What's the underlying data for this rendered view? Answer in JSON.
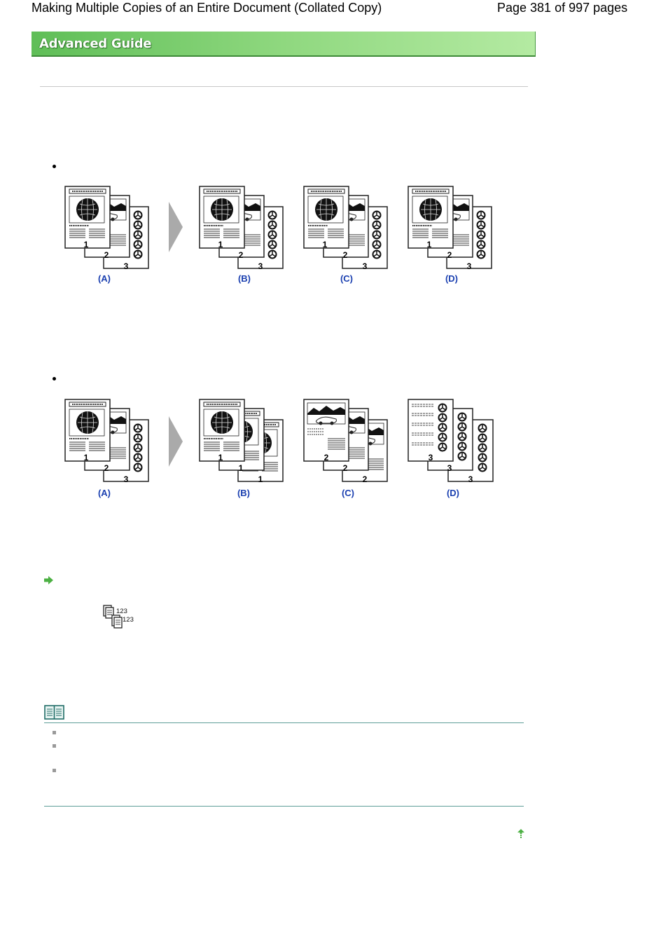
{
  "header": {
    "title": "Making Multiple Copies of an Entire Document (Collated Copy)",
    "page_info": "Page 381 of 997 pages"
  },
  "banner": {
    "label": "Advanced Guide"
  },
  "diagram_labels": {
    "a": "(A)",
    "b": "(B)",
    "c": "(C)",
    "d": "(D)"
  },
  "page_numbers": {
    "one": "1",
    "two": "2",
    "three": "3"
  },
  "collate_icon": {
    "digits": "123"
  },
  "icons": {
    "procedure": "green-arrow-icon",
    "note": "note-book-icon",
    "top": "back-to-top-arrow-icon"
  },
  "colors": {
    "banner": "#7acb6c",
    "label_blue": "#1a3fb0",
    "rule_teal": "#5f9e99"
  }
}
